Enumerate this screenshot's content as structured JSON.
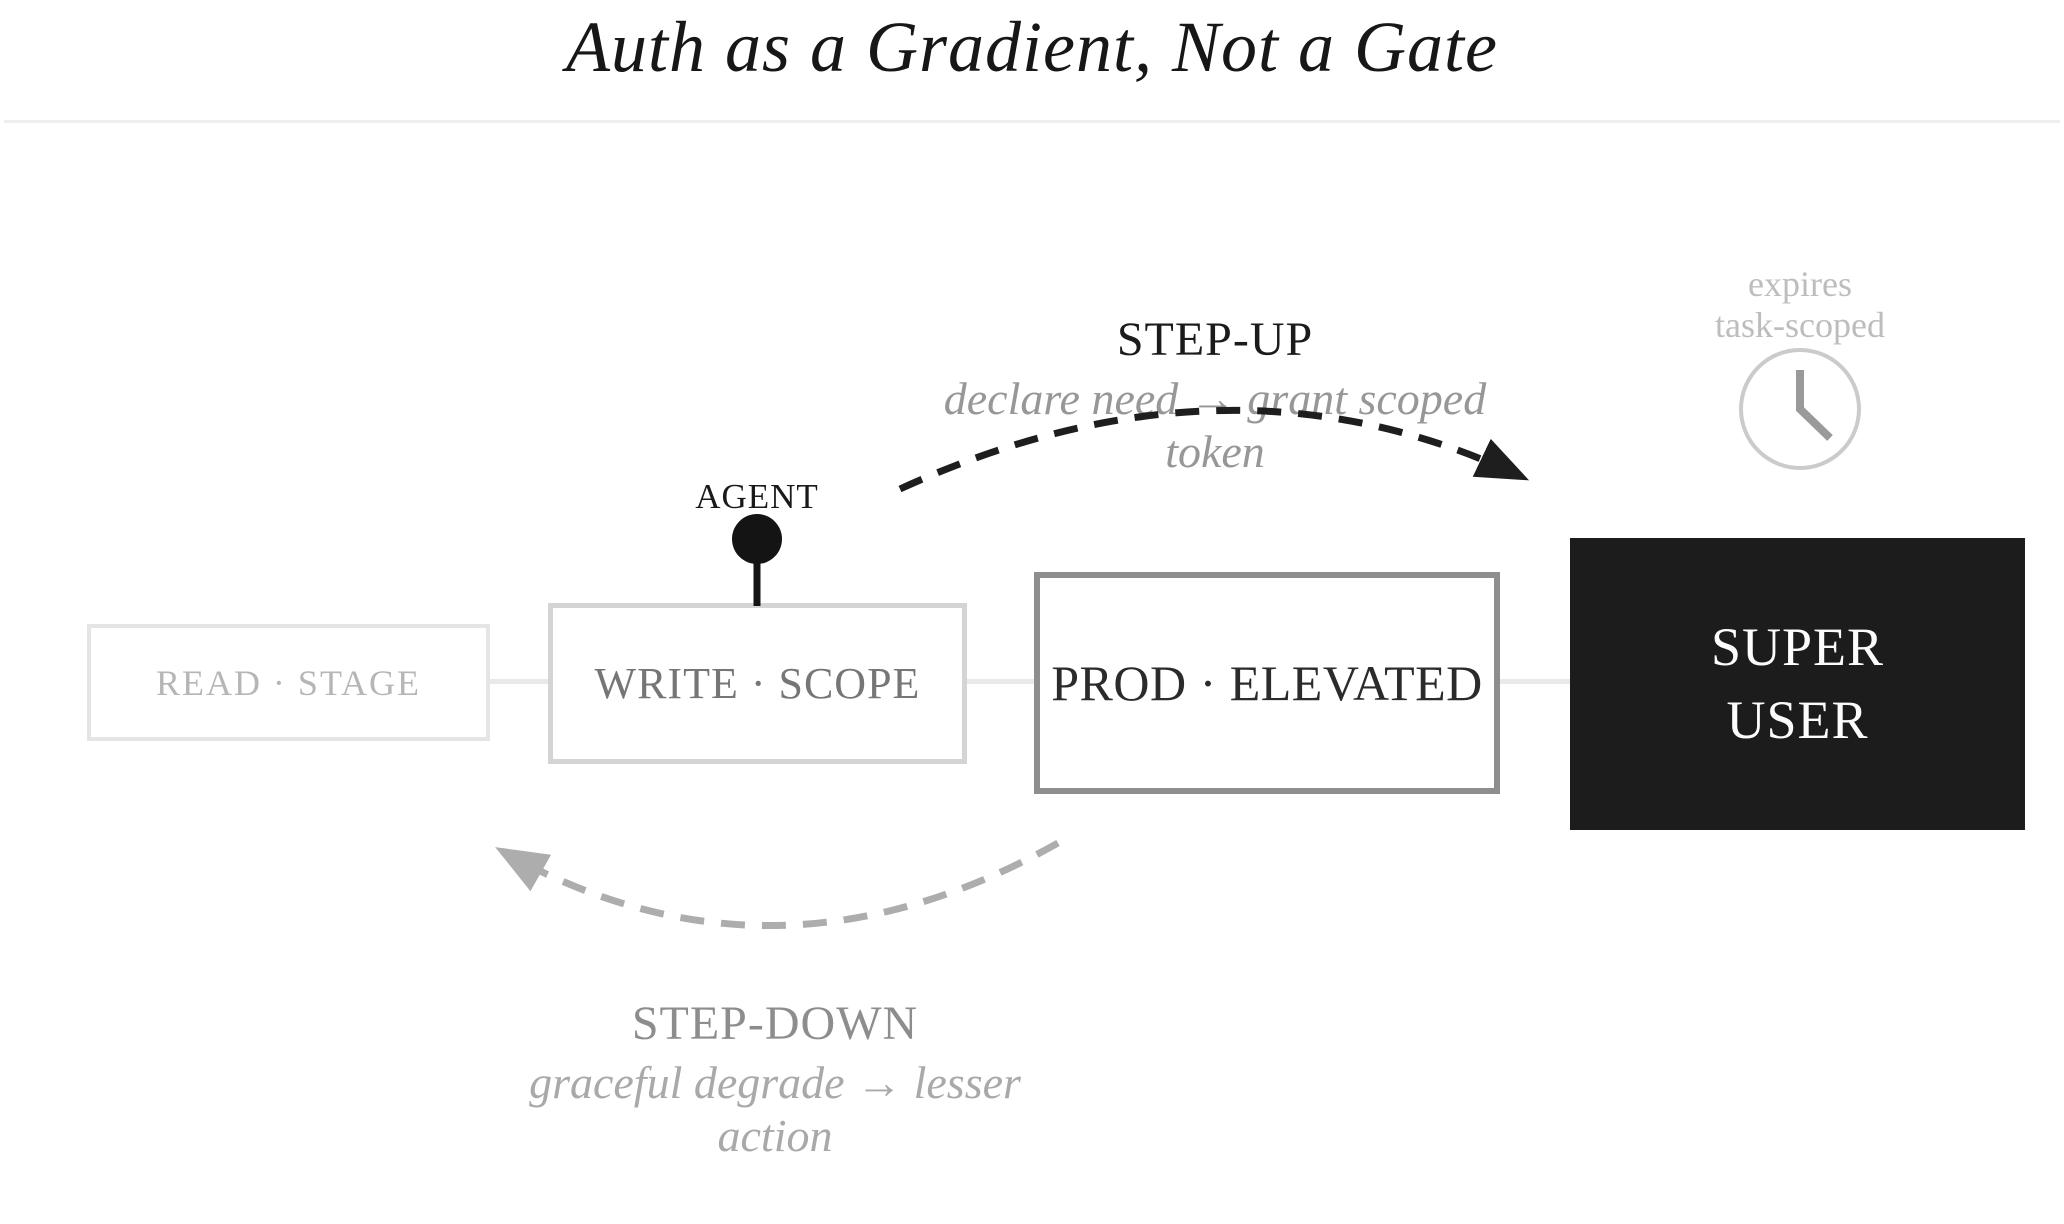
{
  "title": "Auth as a Gradient, Not a Gate",
  "nodes": [
    {
      "id": "read-stage",
      "label": "READ · STAGE"
    },
    {
      "id": "write-scope",
      "label": "WRITE · SCOPE"
    },
    {
      "id": "prod-elevated",
      "label": "PROD · ELEVATED"
    },
    {
      "id": "super-user",
      "lines": [
        "SUPER",
        "USER"
      ]
    }
  ],
  "agent": {
    "label": "AGENT",
    "icon": "agent-pin-icon"
  },
  "transitions": {
    "step_up": {
      "label": "STEP-UP",
      "description": "declare need → grant scoped token",
      "arrow_style": "black-dashed-curve"
    },
    "step_down": {
      "label": "STEP-DOWN",
      "description": "graceful degrade → lesser action",
      "arrow_style": "gray-dashed-curve"
    }
  },
  "expiry_note": {
    "lines": [
      "expires",
      "task-scoped"
    ],
    "icon": "clock-icon"
  },
  "colors": {
    "background": "#ffffff",
    "title_text": "#171717",
    "read_stage_border": "#e5e5e5",
    "read_stage_text": "#b6b6b6",
    "write_scope_border": "#d4d4d4",
    "write_scope_text": "#767676",
    "prod_elevated_border": "#8e8e8e",
    "prod_elevated_text": "#2b2b2b",
    "super_user_bg": "#1c1c1c",
    "super_user_text": "#fcfcfc",
    "step_up_arrow": "#1e1e1e",
    "step_down_arrow": "#adadad",
    "clock_ring": "#cbcbcb",
    "clock_hands": "#9a9a9a",
    "expiry_text": "#bdbdbd"
  }
}
